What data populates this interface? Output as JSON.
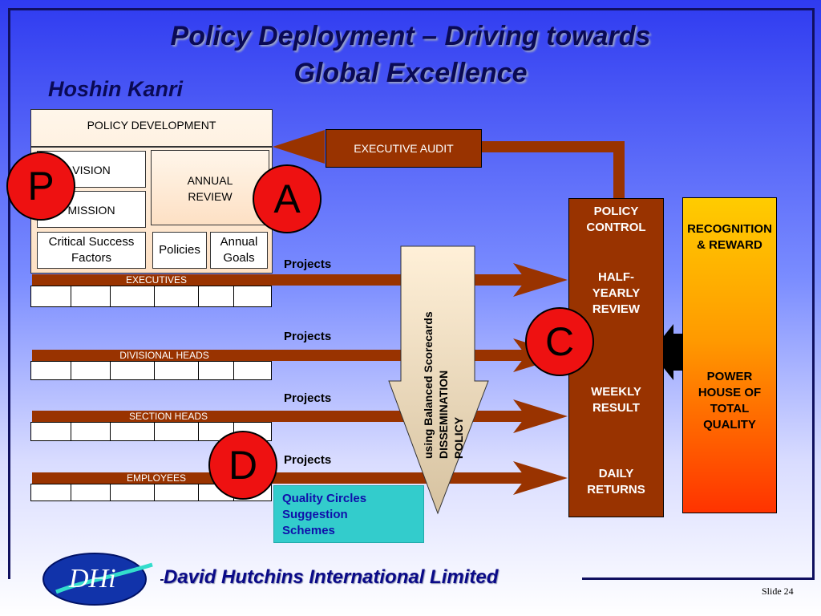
{
  "title_line1": "Policy Deployment – Driving towards",
  "title_line2": "Global Excellence",
  "subtitle": "Hoshin Kanri",
  "policy_development": {
    "header": "POLICY DEVELOPMENT",
    "vision": "VISION",
    "mission": "MISSION",
    "annual_review_1": "ANNUAL",
    "annual_review_2": "REVIEW",
    "csf_1": "Critical Success",
    "csf_2": "Factors",
    "policies": "Policies",
    "annual_goals_1": "Annual",
    "annual_goals_2": "Goals"
  },
  "executive_audit": "EXECUTIVE AUDIT",
  "levels": [
    "EXECUTIVES",
    "DIVISIONAL HEADS",
    "SECTION HEADS",
    "EMPLOYEES"
  ],
  "projects_label": "Projects",
  "dissemination": {
    "line1": "POLICY",
    "line2": "DISSEMINATION",
    "line3": "using Balanced Scorecards"
  },
  "control_column": {
    "policy_control_1": "POLICY",
    "policy_control_2": "CONTROL",
    "half_yearly_1": "HALF-",
    "half_yearly_2": "YEARLY",
    "half_yearly_3": "REVIEW",
    "weekly_1": "WEEKLY",
    "weekly_2": "RESULT",
    "daily_1": "DAILY",
    "daily_2": "RETURNS"
  },
  "recognition": {
    "line1": "RECOGNITION",
    "line2": "& REWARD",
    "power_1": "POWER",
    "power_2": "HOUSE OF",
    "power_3": "TOTAL",
    "power_4": "QUALITY"
  },
  "quality_circles": {
    "line1": "Quality Circles",
    "line2": "Suggestion",
    "line3": "Schemes"
  },
  "pdca": {
    "p": "P",
    "d": "D",
    "c": "C",
    "a": "A"
  },
  "logo_text": "DHi",
  "company": "David Hutchins International Limited",
  "slide_number": "Slide 24",
  "colors": {
    "arrow_brown": "#993300",
    "pdca_red": "#ee1111",
    "teal_box": "#33cccc",
    "orange_box_top": "#ffcc00",
    "orange_box_bottom": "#ff3300"
  }
}
